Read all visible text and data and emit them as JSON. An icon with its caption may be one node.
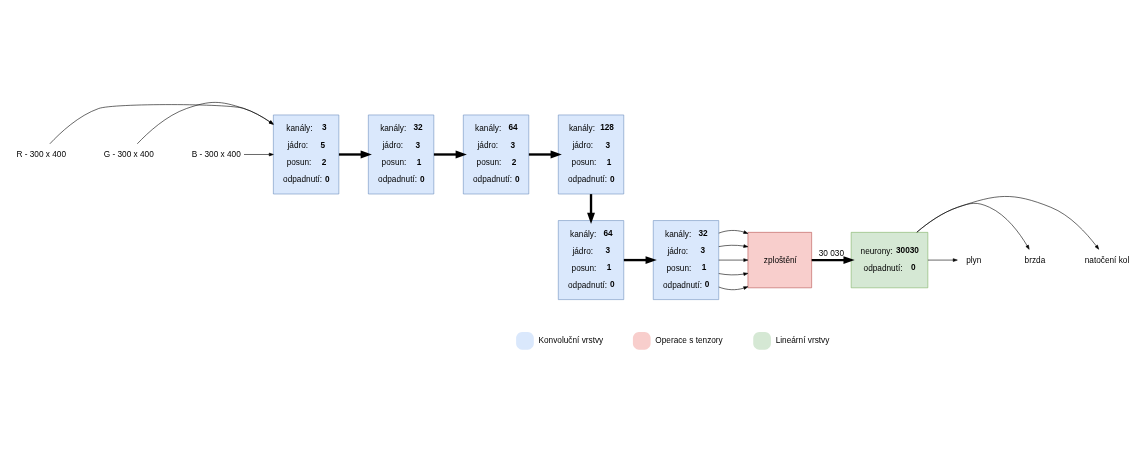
{
  "diagram": {
    "nodes": [
      {
        "text": [
          "R - 300 x 400"
        ]
      },
      {
        "text": [
          "G - 300 x 400"
        ]
      },
      {
        "text": [
          "B - 300 x 400"
        ]
      },
      {
        "text": [
          "kanály: **3**",
          "jádro: **5**",
          "posun: **2**",
          "odpadnutí: **0**"
        ]
      },
      {
        "text": [
          "kanály: **32**",
          "jádro: **3**",
          "posun: **1**",
          "odpadnutí: **0**"
        ]
      },
      {
        "text": [
          "kanály: **64**",
          "jádro: **3**",
          "posun: **2**",
          "odpadnutí: **0**"
        ]
      },
      {
        "text": [
          "kanály: **128**",
          "jádro: **3**",
          "posun: **1**",
          "odpadnutí: **0**"
        ]
      },
      {
        "text": [
          "kanály: **64**",
          "jádro: **3**",
          "posun: **1**",
          "odpadnutí: **0**"
        ]
      },
      {
        "text": [
          "kanály: **32**",
          "jádro: **3**",
          "posun: **1**",
          "odpadnutí: **0**"
        ]
      },
      {
        "text": [
          "zploštění"
        ]
      },
      {
        "text": [
          "neurony: **30030**",
          "odpadnutí: **0**"
        ]
      },
      {
        "text": [
          "plyn"
        ]
      },
      {
        "text": [
          "brzda"
        ]
      },
      {
        "text": [
          "natočení kol"
        ]
      }
    ],
    "edges": [
      {
        "from": 0,
        "to": 3,
        "arrow": "to"
      },
      {
        "from": 1,
        "to": 3,
        "arrow": "to"
      },
      {
        "from": 2,
        "to": 3,
        "arrow": "to"
      },
      {
        "from": 3,
        "to": 4,
        "arrow": "to",
        "style": "thick"
      },
      {
        "from": 4,
        "to": 5,
        "arrow": "to",
        "style": "thick"
      },
      {
        "from": 5,
        "to": 6,
        "arrow": "to",
        "style": "thick"
      },
      {
        "from": 6,
        "to": 7,
        "arrow": "to",
        "style": "thick"
      },
      {
        "from": 7,
        "to": 8,
        "arrow": "to",
        "style": "thick"
      },
      {
        "from": 8,
        "to": 9,
        "arrow": "to"
      },
      {
        "from": 8,
        "to": 9,
        "arrow": "to"
      },
      {
        "from": 8,
        "to": 9,
        "arrow": "to"
      },
      {
        "from": 8,
        "to": 9,
        "arrow": "to"
      },
      {
        "from": 8,
        "to": 9,
        "arrow": "to"
      },
      {
        "from": 9,
        "to": 10,
        "arrow": "to",
        "style": "thick",
        "label": "30 030"
      },
      {
        "from": 10,
        "to": 11,
        "arrow": "to"
      },
      {
        "from": 10,
        "to": 12,
        "arrow": "to"
      },
      {
        "from": 10,
        "to": 13,
        "arrow": "to"
      }
    ],
    "legend": [
      {
        "text": "Konvoluční vrstvy",
        "color": "#dae8fc"
      },
      {
        "text": "Operace s tenzory",
        "color": "#f8cecc"
      },
      {
        "text": "Lineární vrstvy",
        "color": "#d5e8d4"
      }
    ]
  }
}
